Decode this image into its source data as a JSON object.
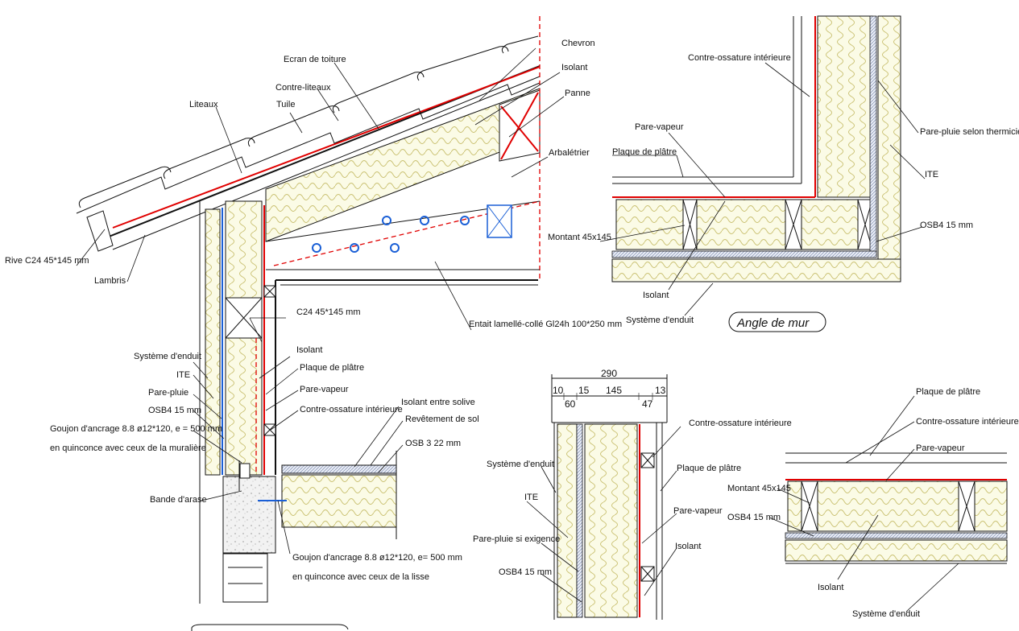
{
  "roof": {
    "chevron": "Chevron",
    "isolant": "Isolant",
    "panne": "Panne",
    "arbaletrier": "Arbalétrier",
    "ecran": "Ecran de toiture",
    "contre_liteaux": "Contre-liteaux",
    "tuile": "Tuile",
    "liteaux": "Liteaux",
    "rive": "Rive C24 45*145 mm",
    "lambris": "Lambris",
    "entrait": "Entait lamellé-collé Gl24h 100*250 mm",
    "c24": "C24 45*145 mm"
  },
  "wall_left": {
    "systeme_enduit": "Système d'enduit",
    "ite": "ITE",
    "pare_pluie": "Pare-pluie",
    "osb": "OSB4 15 mm",
    "goujon_line1": "Goujon d'ancrage 8.8 ø12*120, e = 500 mm",
    "goujon_line2": "en quinconce  avec ceux de la muralière",
    "bande_arase": "Bande d'arase",
    "isolant": "Isolant",
    "plaque": "Plaque de plâtre",
    "pare_vapeur": "Pare-vapeur",
    "contre_ossature": "Contre-ossature intérieure",
    "isolant_solive": "Isolant entre solive",
    "revetement": "Revêtement de sol",
    "osb3": "OSB 3 22 mm",
    "goujon2_line1": "Goujon d'ancrage 8.8 ø12*120, e= 500 mm",
    "goujon2_line2": "en quinconce avec  ceux de la lisse"
  },
  "angle": {
    "contre_ossature": "Contre-ossature intérieure",
    "pare_pluie": "Pare-pluie selon thermicien",
    "pare_vapeur": "Pare-vapeur",
    "plaque": "Plaque de plâtre",
    "ite": "ITE",
    "osb": "OSB4 15 mm",
    "montant": "Montant 45x145",
    "isolant": "Isolant",
    "systeme_enduit": "Système d'enduit",
    "title": "Angle de mur"
  },
  "section": {
    "dim_total": "290",
    "dim_10": "10",
    "dim_15": "15",
    "dim_145": "145",
    "dim_13": "13",
    "dim_60": "60",
    "dim_47": "47",
    "contre_ossature": "Contre-ossature intérieure",
    "plaque": "Plaque de plâtre",
    "systeme_enduit": "Système d'enduit",
    "ite": "ITE",
    "pare_vapeur": "Pare-vapeur",
    "isolant": "Isolant",
    "pare_pluie": "Pare-pluie si exigence",
    "osb": "OSB4 15 mm"
  },
  "floor": {
    "plaque": "Plaque de plâtre",
    "contre_ossature": "Contre-ossature intérieure",
    "pare_vapeur": "Pare-vapeur",
    "montant": "Montant 45x145",
    "osb": "OSB4 15 mm",
    "isolant": "Isolant",
    "systeme_enduit": "Système d'enduit"
  },
  "colors": {
    "insulation_fill": "#fbfbe6",
    "insulation_stroke": "#c9c070",
    "membrane_red": "#e00000",
    "membrane_blue": "#1a5fd6"
  }
}
